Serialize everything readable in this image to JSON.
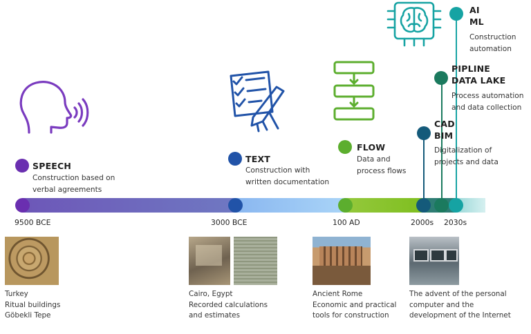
{
  "colors": {
    "speech": "#6a2fb0",
    "text": "#2153a8",
    "flow": "#5cae2e",
    "cad": "#145a7a",
    "pipeline": "#1b7a5e",
    "ai": "#16a3a3"
  },
  "nodes": {
    "speech": {
      "title_lines": [
        "SPEECH"
      ],
      "desc_lines": [
        "Construction based on",
        "verbal agreements"
      ]
    },
    "text": {
      "title_lines": [
        "TEXT"
      ],
      "desc_lines": [
        "Construction with",
        "written documentation"
      ]
    },
    "flow": {
      "title_lines": [
        "FLOW"
      ],
      "desc_lines": [
        "Data and",
        "process flows"
      ]
    },
    "cad": {
      "title_lines": [
        "CAD",
        "BIM"
      ],
      "desc_lines": [
        "Digitalization of",
        "projects and data"
      ]
    },
    "pipeline": {
      "title_lines": [
        "PIPLINE",
        "DATA LAKE"
      ],
      "desc_lines": [
        "Process automation",
        "and data collection"
      ]
    },
    "ai": {
      "title_lines": [
        "AI",
        "ML"
      ],
      "desc_lines": [
        "Construction",
        "automation"
      ]
    }
  },
  "dates": [
    "9500 BCE",
    "3000 BCE",
    "100 AD",
    "2000s",
    "2030s"
  ],
  "captions": {
    "turkey": [
      "Turkey",
      "Ritual buildings",
      "Göbekli Tepe"
    ],
    "egypt": [
      "Cairo, Egypt",
      "Recorded calculations",
      "and estimates"
    ],
    "rome": [
      "Ancient Rome",
      "Economic and practical",
      "tools for construction"
    ],
    "computer": [
      "The advent of the personal",
      "computer and the",
      "development of the Internet"
    ]
  },
  "icons": [
    "speaking-head-icon",
    "document-pen-icon",
    "flowchart-icon",
    "brain-chip-icon"
  ]
}
